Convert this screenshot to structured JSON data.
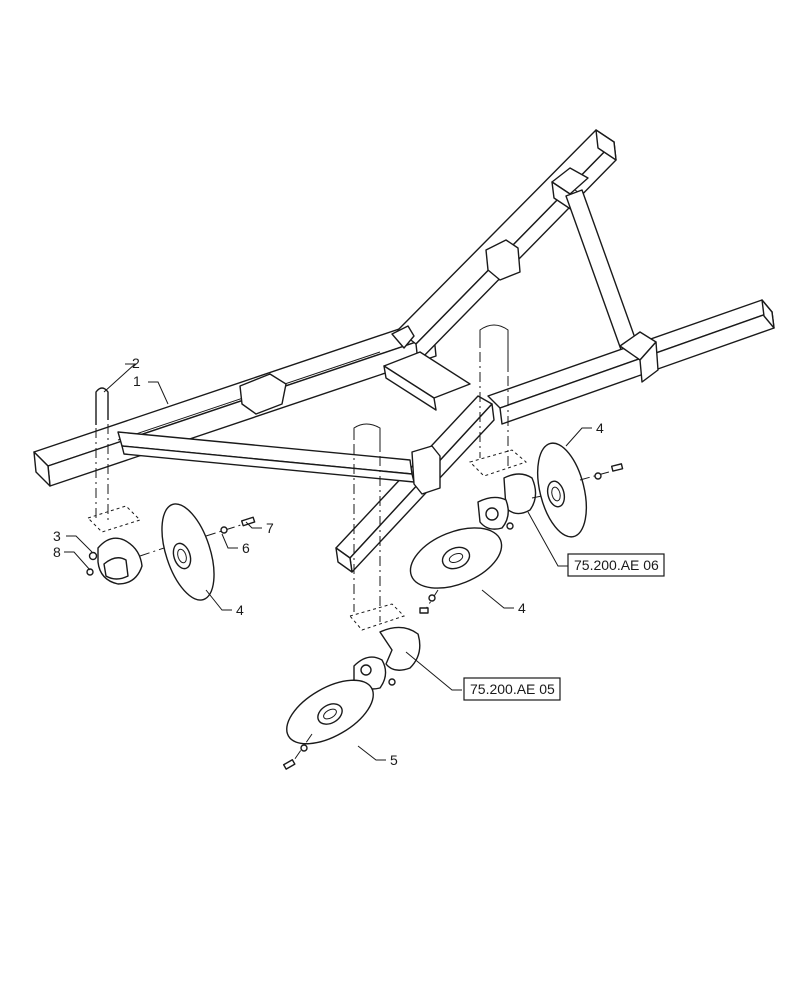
{
  "callouts": {
    "c1": "1",
    "c2": "2",
    "c3": "3",
    "c4a": "4",
    "c4b": "4",
    "c4c": "4",
    "c5": "5",
    "c6": "6",
    "c7": "7",
    "c8": "8"
  },
  "references": {
    "ref1": "75.200.AE 06",
    "ref2": "75.200.AE 05"
  },
  "colors": {
    "line": "#1a1a1a",
    "background": "#ffffff"
  }
}
